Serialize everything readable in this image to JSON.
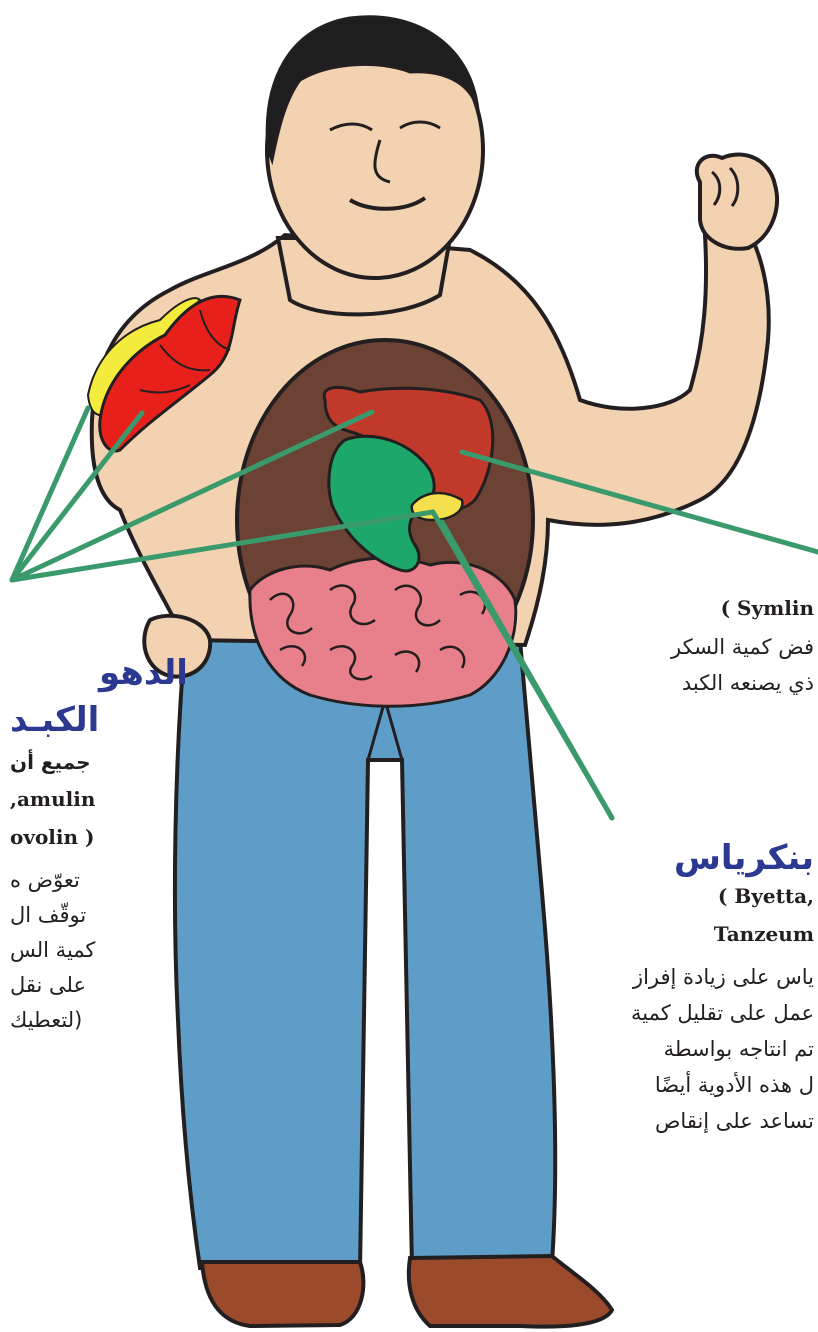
{
  "colors": {
    "skin": "#f2d2b1",
    "outline": "#231f20",
    "hair": "#1e1e1e",
    "belly": "#6b4233",
    "liver": "#c0392b",
    "stomach": "#1ea76a",
    "pancreas": "#f4e04d",
    "intestine": "#e8808c",
    "muscle": "#e8201c",
    "fat": "#f4ec3c",
    "jeans": "#5e9dc8",
    "shoes": "#9b4a2b",
    "pointer": "#3a9a6c",
    "heading": "#2b3990"
  },
  "left_panel": {
    "heading_line1": "الدهو",
    "heading_line2": "الكبـد",
    "names_line1": "جميع أن",
    "names_line2": ",amulin",
    "names_line3": "ovolin )",
    "body_line1": "تعوّض ه",
    "body_line2": "توقّف ال",
    "body_line3": "كمية الس",
    "body_line4": "على نقل",
    "body_line5": "(لتعطيك"
  },
  "right_top_panel": {
    "names_line1": "( Symlin",
    "body_line1": "فض كمية السكر",
    "body_line2": "ذي يصنعه الكبد"
  },
  "right_bottom_panel": {
    "heading": "بنكرياس",
    "names_line1": "( Byetta,",
    "names_line2": "Tanzeum",
    "body_line1": "ياس على زيادة إفراز",
    "body_line2": "عمل على تقليل كمية",
    "body_line3": "تم انتاجه بواسطة",
    "body_line4": "ل هذه الأدوية أيضًا",
    "body_line5": "تساعد على إنقاص"
  }
}
